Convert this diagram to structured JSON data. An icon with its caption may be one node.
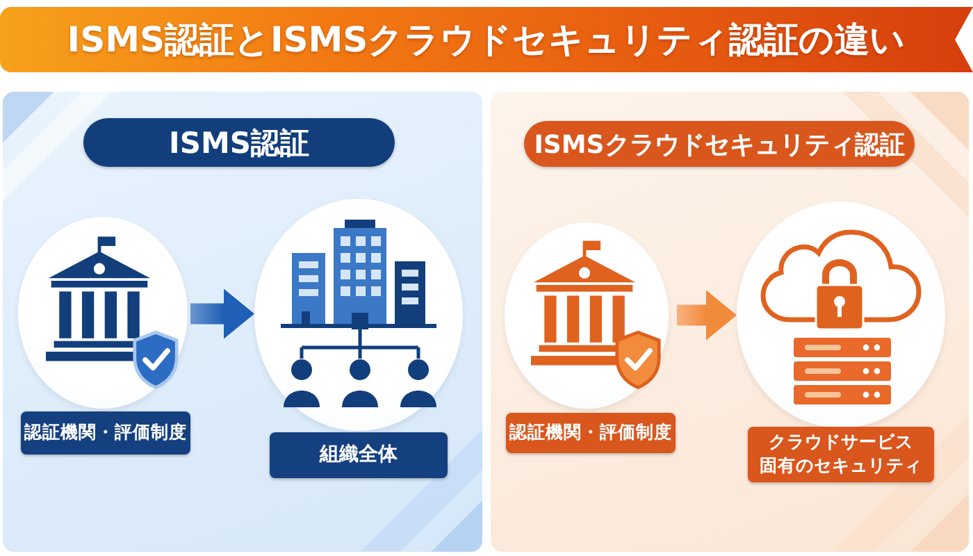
{
  "diagram": {
    "title": "ISMS認証とISMSクラウドセキュリティ認証の違い",
    "nodes": [
      {
        "text": [
          "ISMS認証"
        ]
      },
      {
        "text": [
          "認証機関・評価制度"
        ],
        "in": 0
      },
      {
        "text": [
          "組織全体"
        ],
        "in": 0
      },
      {
        "text": [
          "ISMSクラウドセキュリティ認証"
        ]
      },
      {
        "text": [
          "認証機関・評価制度"
        ],
        "in": 3
      },
      {
        "text": [
          "クラウドサービス固有のセキュリティ"
        ],
        "in": 3
      }
    ],
    "edges": [
      {
        "from": 1,
        "to": 2,
        "arrow": "to",
        "color": "#1f5fb5"
      },
      {
        "from": 4,
        "to": 5,
        "arrow": "to",
        "color": "#f28a3c"
      }
    ]
  }
}
